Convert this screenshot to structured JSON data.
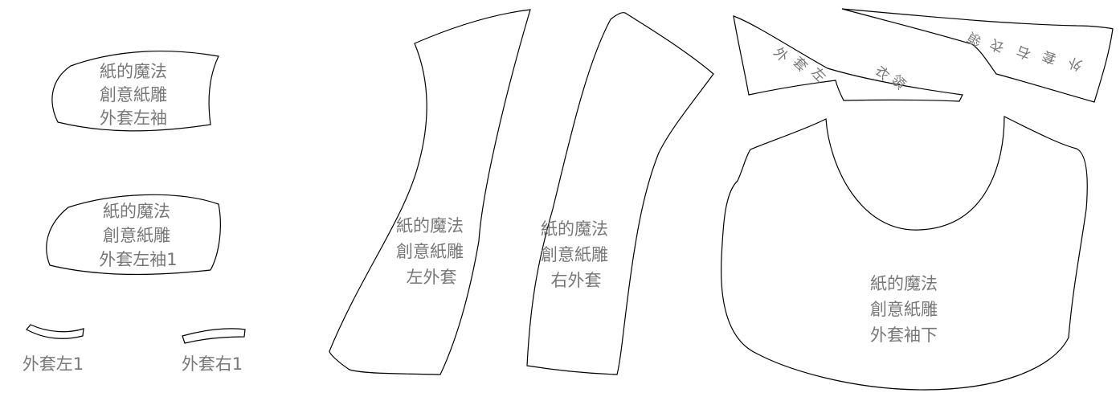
{
  "pieces": {
    "sleeve_left": {
      "lines": [
        "紙的魔法",
        "創意紙雕",
        "外套左袖"
      ]
    },
    "sleeve_left_1": {
      "lines": [
        "紙的魔法",
        "創意紙雕",
        "外套左袖1"
      ]
    },
    "strip_left": {
      "label": "外套左1"
    },
    "strip_right": {
      "label": "外套右1"
    },
    "jacket_left": {
      "lines": [
        "紙的魔法",
        "創意紙雕",
        "左外套"
      ]
    },
    "jacket_right": {
      "lines": [
        "紙的魔法",
        "創意紙雕",
        "右外套"
      ]
    },
    "collar_left": {
      "chars": [
        "外",
        "套",
        "左",
        "衣",
        "領"
      ]
    },
    "collar_right": {
      "chars": [
        "外",
        "套",
        "右",
        "衣",
        "領"
      ]
    },
    "sleeve_bottom": {
      "lines": [
        "紙的魔法",
        "創意紙雕",
        "外套袖下"
      ]
    }
  }
}
